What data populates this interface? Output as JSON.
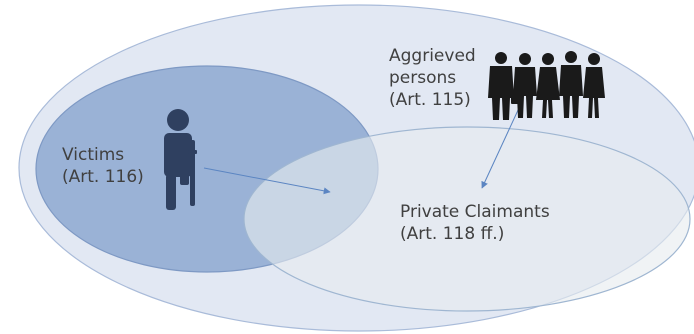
{
  "aggrieved": {
    "line1": "Aggrieved",
    "line2": "persons",
    "line3": "(Art. 115)"
  },
  "victims": {
    "line1": "Victims",
    "line2": "(Art. 116)"
  },
  "claimants": {
    "line1": "Private Claimants",
    "line2": "(Art. 118 ff.)"
  },
  "colors": {
    "outer_fill": "#e2e8f3",
    "outer_stroke": "#a9bbd9",
    "victims_fill": "#90aad1",
    "victims_stroke": "#7e99c4",
    "claimants_fill": "#e6ecef",
    "claimants_stroke": "#9fb6d1",
    "arrow": "#5b85c2",
    "figure": "#1a1a1a",
    "person_icon": "#2f4060"
  },
  "icons": {
    "victim": "person-with-crutch-icon",
    "group": "business-people-group-icon"
  }
}
